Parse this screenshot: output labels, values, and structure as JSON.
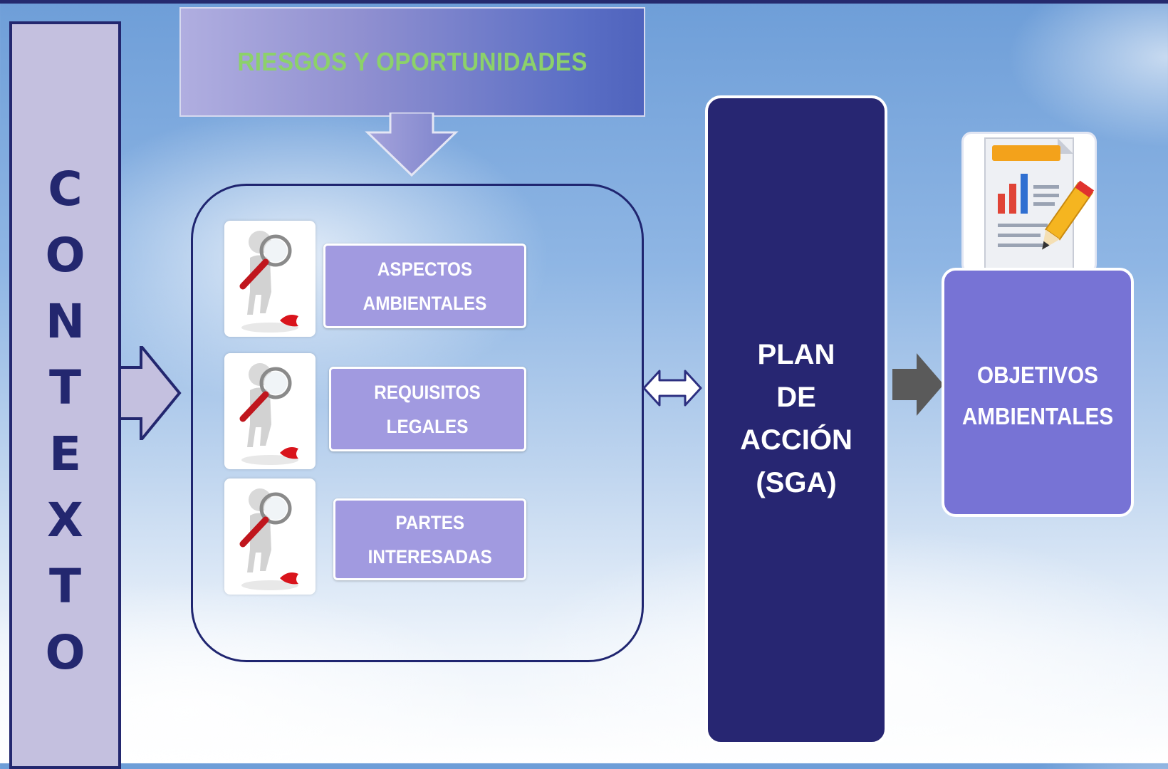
{
  "contexto": {
    "label": "CONTEXTO"
  },
  "riesgos": {
    "title": "RIESGOS Y OPORTUNIDADES"
  },
  "items": [
    {
      "label": "ASPECTOS\nAMBIENTALES",
      "icon": "magnifier-person-icon"
    },
    {
      "label": "REQUISITOS\nLEGALES",
      "icon": "magnifier-person-icon"
    },
    {
      "label": "PARTES\nINTERESADAS",
      "icon": "magnifier-person-icon"
    }
  ],
  "plan": {
    "label": "PLAN\nDE\nACCIÓN\n(SGA)"
  },
  "objetivos": {
    "label": "OBJETIVOS\nAMBIENTALES",
    "icon": "report-chart-pencil-icon"
  },
  "colors": {
    "navy": "#23276f",
    "lavender": "#c4c0df",
    "item_purple": "#a19ae0",
    "objetivos_purple": "#7773d5",
    "title_green": "#8cd16a"
  }
}
